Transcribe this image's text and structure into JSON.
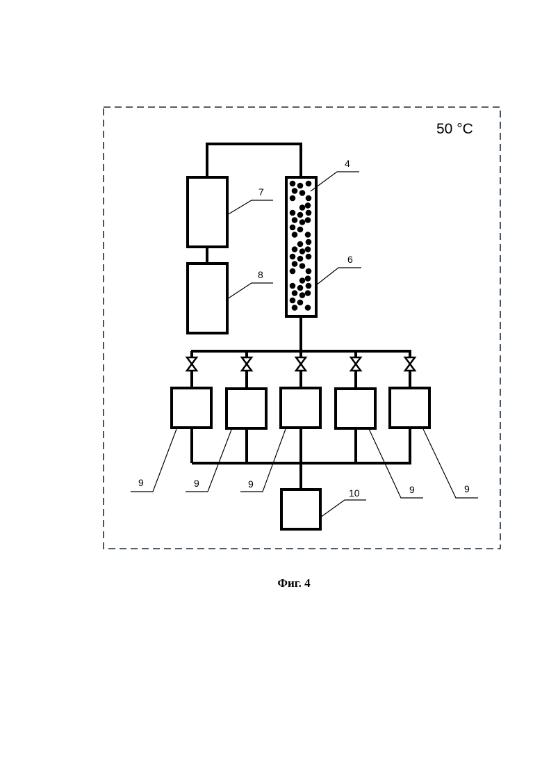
{
  "figure": {
    "temperature_label": "50 °C",
    "caption": "Фиг. 4"
  },
  "labels": {
    "l7": "7",
    "l8": "8",
    "l4": "4",
    "l6": "6",
    "l9": "9",
    "l10": "10"
  },
  "colors": {
    "line": "#000000",
    "background": "#ffffff",
    "frame": "#1a2a3a"
  }
}
